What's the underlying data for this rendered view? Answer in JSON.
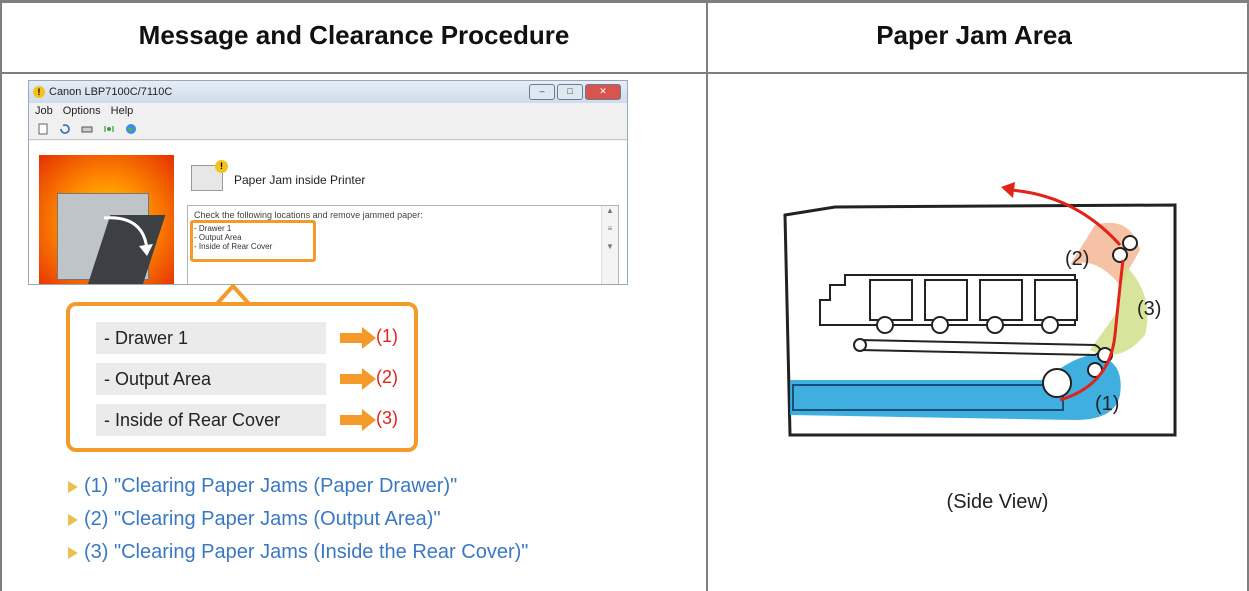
{
  "table": {
    "col1_header": "Message and Clearance Procedure",
    "col2_header": "Paper Jam Area"
  },
  "window": {
    "title": "Canon LBP7100C/7110C",
    "menu": [
      "Job",
      "Options",
      "Help"
    ],
    "message_title": "Paper Jam inside Printer",
    "message_text": "Check the following locations and remove jammed paper:",
    "message_items": [
      "- Drawer 1",
      "- Output Area",
      "- Inside of Rear Cover"
    ]
  },
  "callout": {
    "rows": [
      {
        "label": "- Drawer 1",
        "num": "(1)"
      },
      {
        "label": "- Output Area",
        "num": "(2)"
      },
      {
        "label": "- Inside of Rear Cover",
        "num": "(3)"
      }
    ]
  },
  "links": [
    "(1) \"Clearing Paper Jams (Paper Drawer)\"",
    "(2) \"Clearing Paper Jams (Output Area)\"",
    "(3) \"Clearing Paper Jams (Inside the Rear Cover)\""
  ],
  "diagram": {
    "labels": [
      "(1)",
      "(2)",
      "(3)"
    ],
    "caption": "(Side View)"
  },
  "colors": {
    "accent_orange": "#f39a2a",
    "arrow_red": "#e2231a",
    "link_blue": "#3a78c3",
    "zone1_blue": "#2aa6dd",
    "zone2_salmon": "#f5b797",
    "zone3_green": "#cfe08a"
  }
}
